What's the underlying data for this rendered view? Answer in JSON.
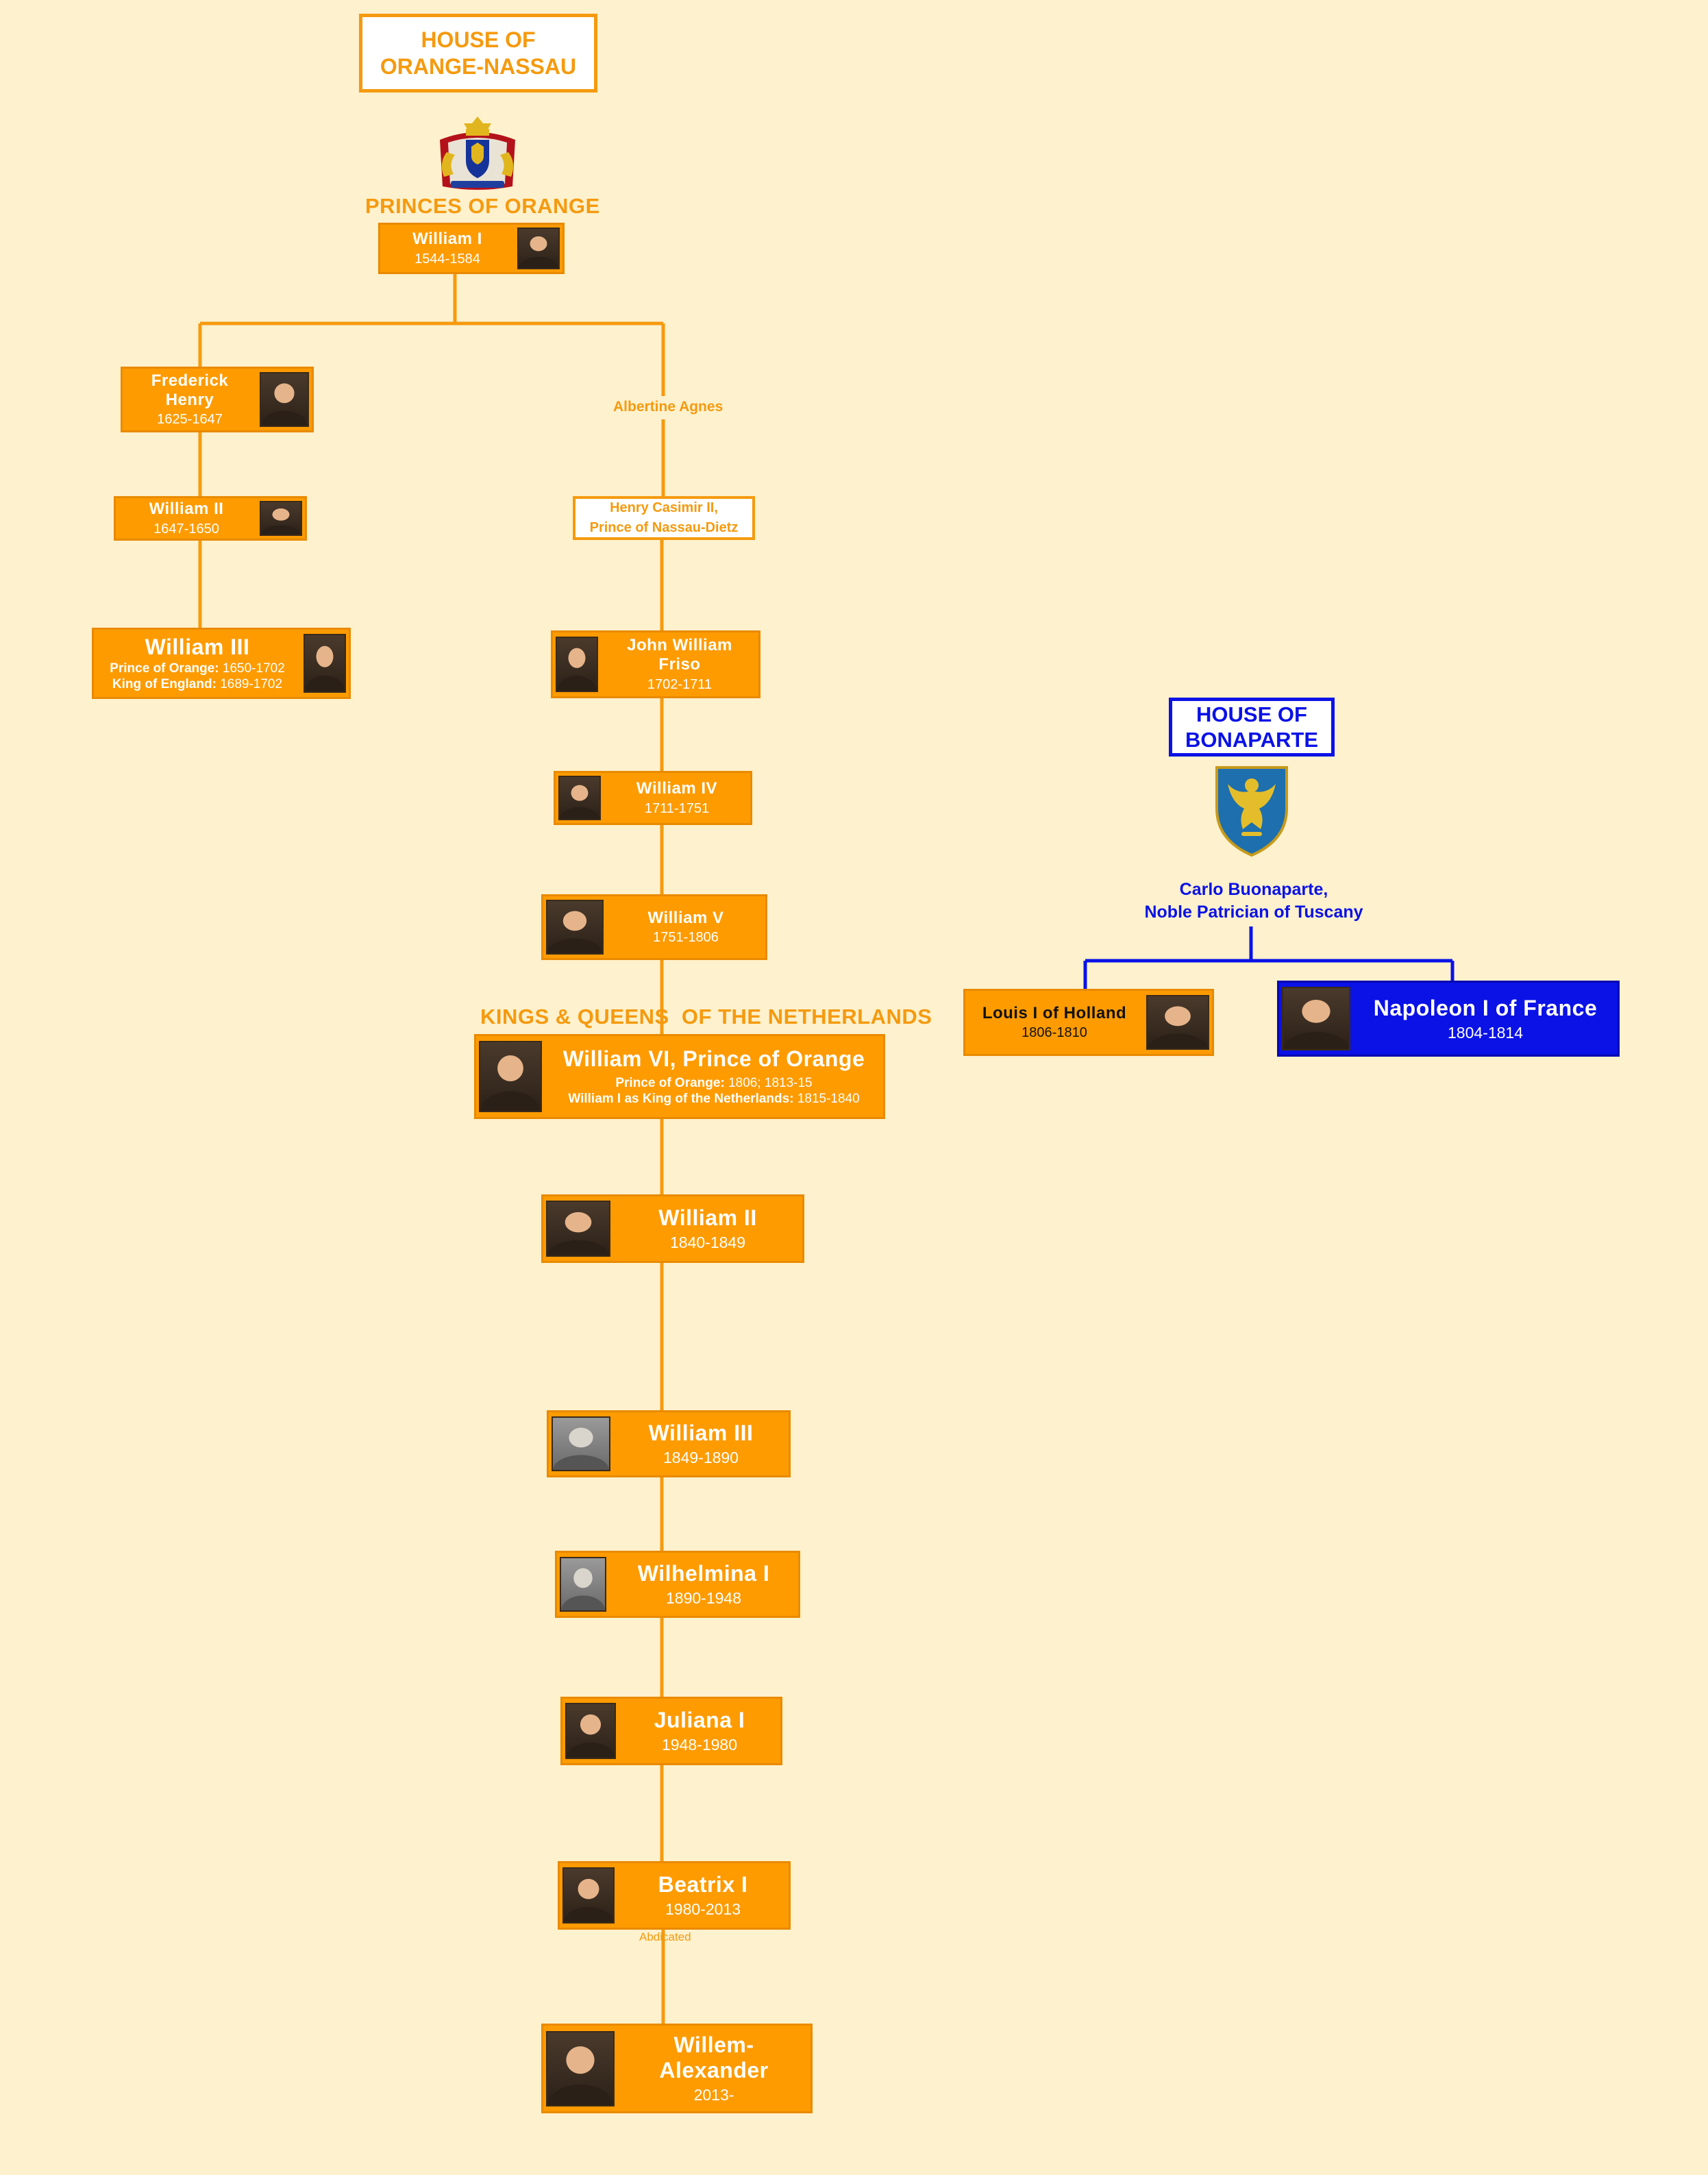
{
  "orange_nassau": {
    "house_title_line1": "HOUSE OF",
    "house_title_line2": "ORANGE-NASSAU",
    "princes_heading": "PRINCES OF ORANGE",
    "kings_heading": "KINGS & QUEENS  OF THE NETHERLANDS",
    "william_i": {
      "name": "William I",
      "years": "1544-1584"
    },
    "frederick_henry": {
      "name_line1": "Frederick",
      "name_line2": "Henry",
      "years": "1625-1647"
    },
    "william_ii_prince": {
      "name": "William II",
      "years": "1647-1650"
    },
    "william_iii_prince": {
      "name": "William III",
      "line1_label": "Prince of Orange:",
      "line1_years": "1650-1702",
      "line2_label": "King of England:",
      "line2_years": "1689-1702"
    },
    "albertine_agnes": "Albertine Agnes",
    "henry_casimir": {
      "line1": "Henry Casimir II,",
      "line2": "Prince of Nassau-Dietz"
    },
    "john_william_friso": {
      "name_line1": "John William",
      "name_line2": "Friso",
      "years": "1702-1711"
    },
    "william_iv": {
      "name": "William IV",
      "years": "1711-1751"
    },
    "william_v": {
      "name": "William V",
      "years": "1751-1806"
    },
    "william_vi": {
      "name": "William VI, Prince of Orange",
      "line1_label": "Prince of Orange:",
      "line1_years": "1806; 1813-15",
      "line2_label": "William I as King of the Netherlands:",
      "line2_years": "1815-1840"
    },
    "william_ii_king": {
      "name": "William II",
      "years": "1840-1849"
    },
    "william_iii_king": {
      "name": "William III",
      "years": "1849-1890"
    },
    "wilhelmina": {
      "name": "Wilhelmina I",
      "years": "1890-1948"
    },
    "juliana": {
      "name": "Juliana I",
      "years": "1948-1980"
    },
    "beatrix": {
      "name": "Beatrix I",
      "years": "1980-2013",
      "note": "Abdicated"
    },
    "willem_alexander": {
      "name_line1": "Willem-",
      "name_line2": "Alexander",
      "years": "2013-"
    }
  },
  "bonaparte": {
    "house_title_line1": "HOUSE OF",
    "house_title_line2": "BONAPARTE",
    "carlo": {
      "line1": "Carlo Buonaparte,",
      "line2": "Noble Patrician of Tuscany"
    },
    "louis": {
      "name": "Louis I of Holland",
      "years": "1806-1810"
    },
    "napoleon": {
      "name": "Napoleon I of France",
      "years": "1804-1814"
    }
  },
  "colors": {
    "orange": "#fe9b00",
    "orange_line": "#f59a0f",
    "blue": "#0a12e6",
    "background": "#fef1cd"
  },
  "icons": {
    "orange_nassau_emblem": "royal-coat-of-arms-icon",
    "bonaparte_emblem": "eagle-shield-icon"
  }
}
